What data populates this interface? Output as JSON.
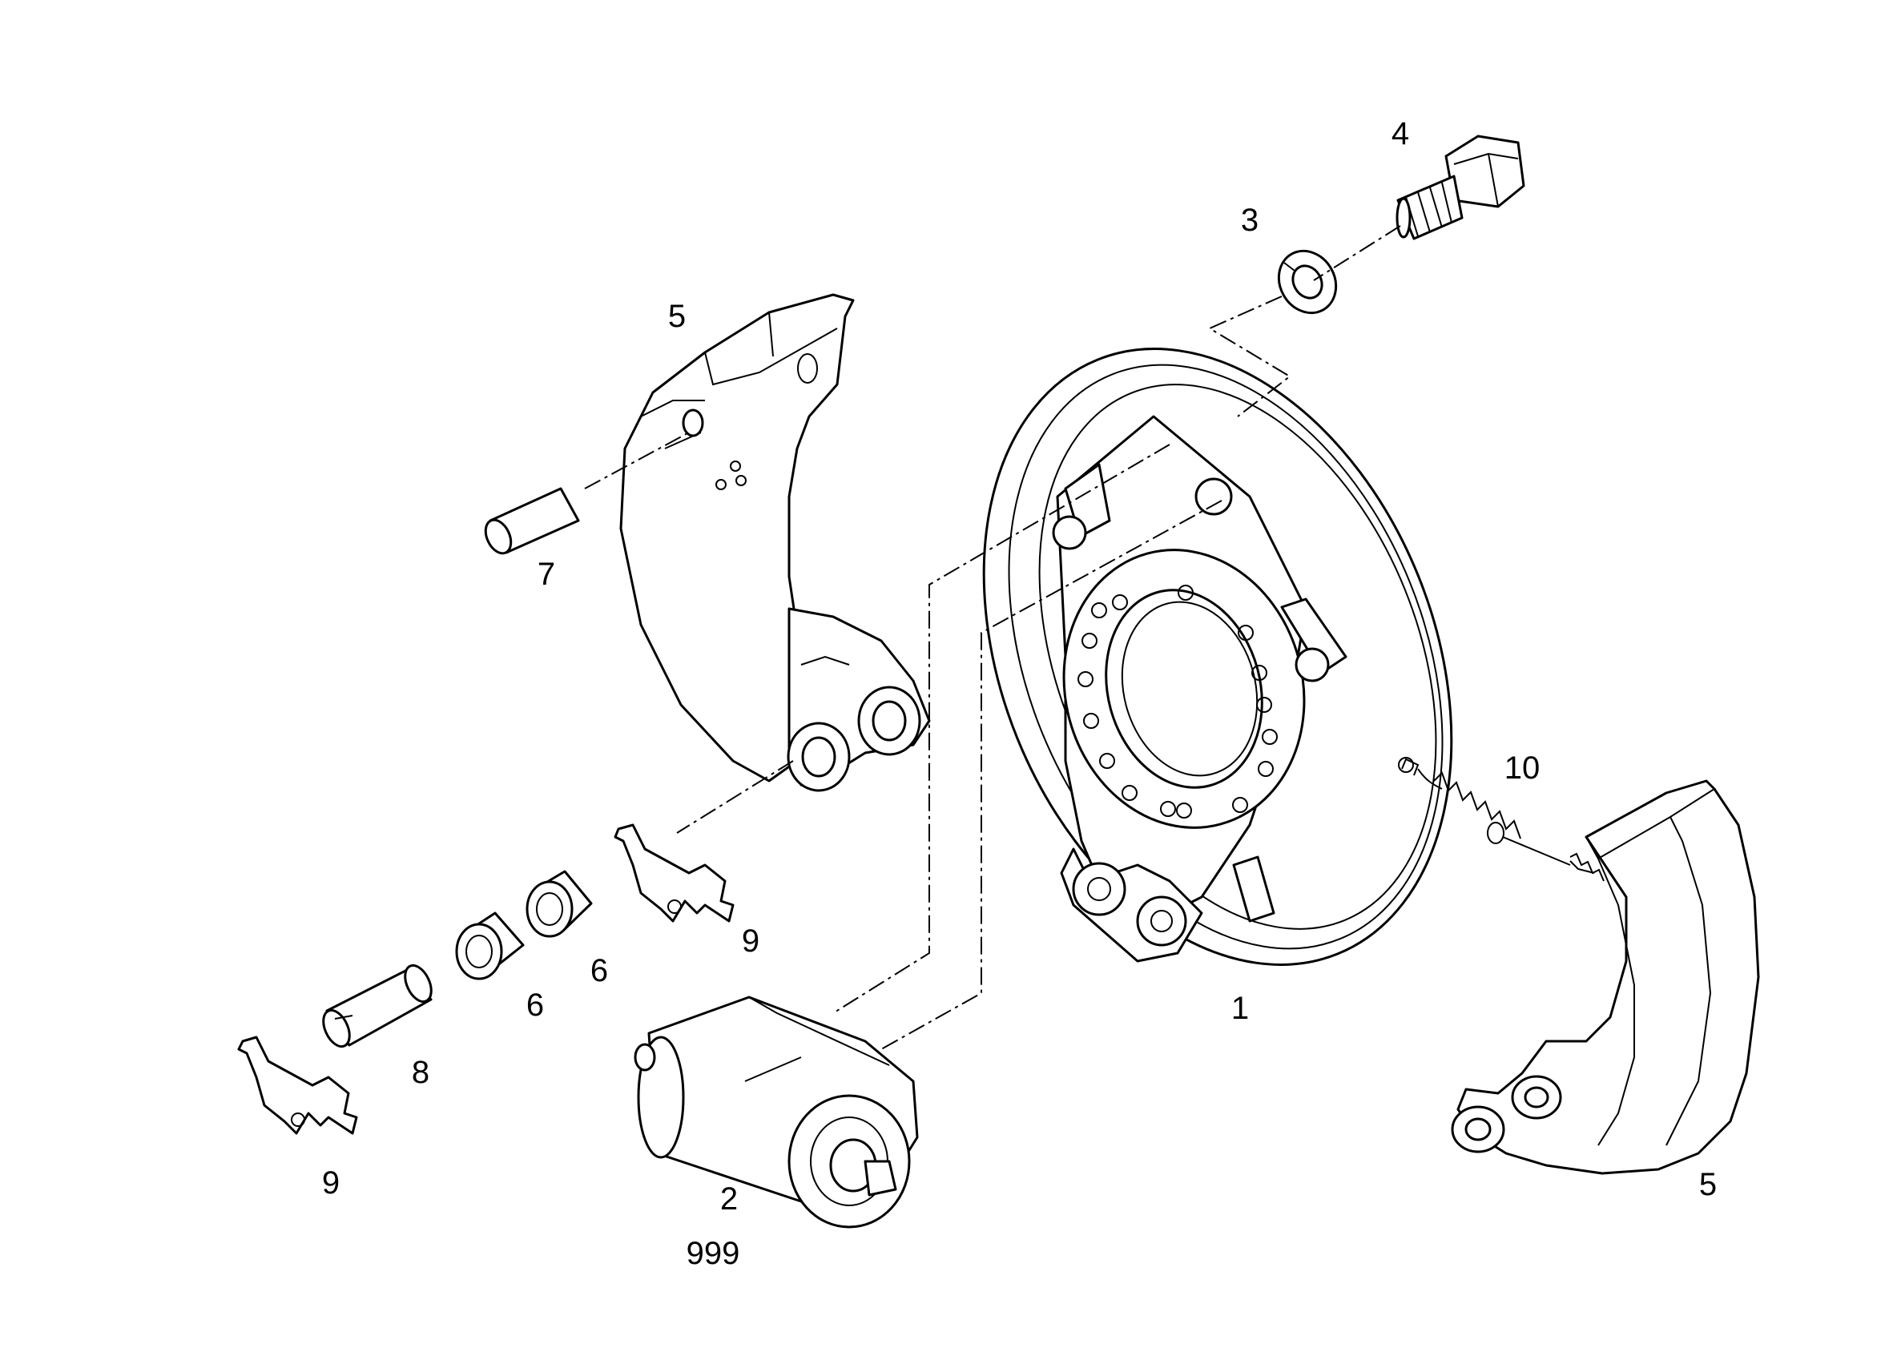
{
  "diagram": {
    "labels": {
      "backing_plate": "1",
      "wheel_cylinder": "2",
      "wheel_cylinder_note": "999",
      "lock_washer": "3",
      "bolt": "4",
      "brake_shoe_upper": "5",
      "brake_shoe_lower": "5",
      "bushing_a": "6",
      "bushing_b": "6",
      "pin": "7",
      "sleeve": "8",
      "clip_a": "9",
      "clip_b": "9",
      "spring": "10"
    }
  }
}
